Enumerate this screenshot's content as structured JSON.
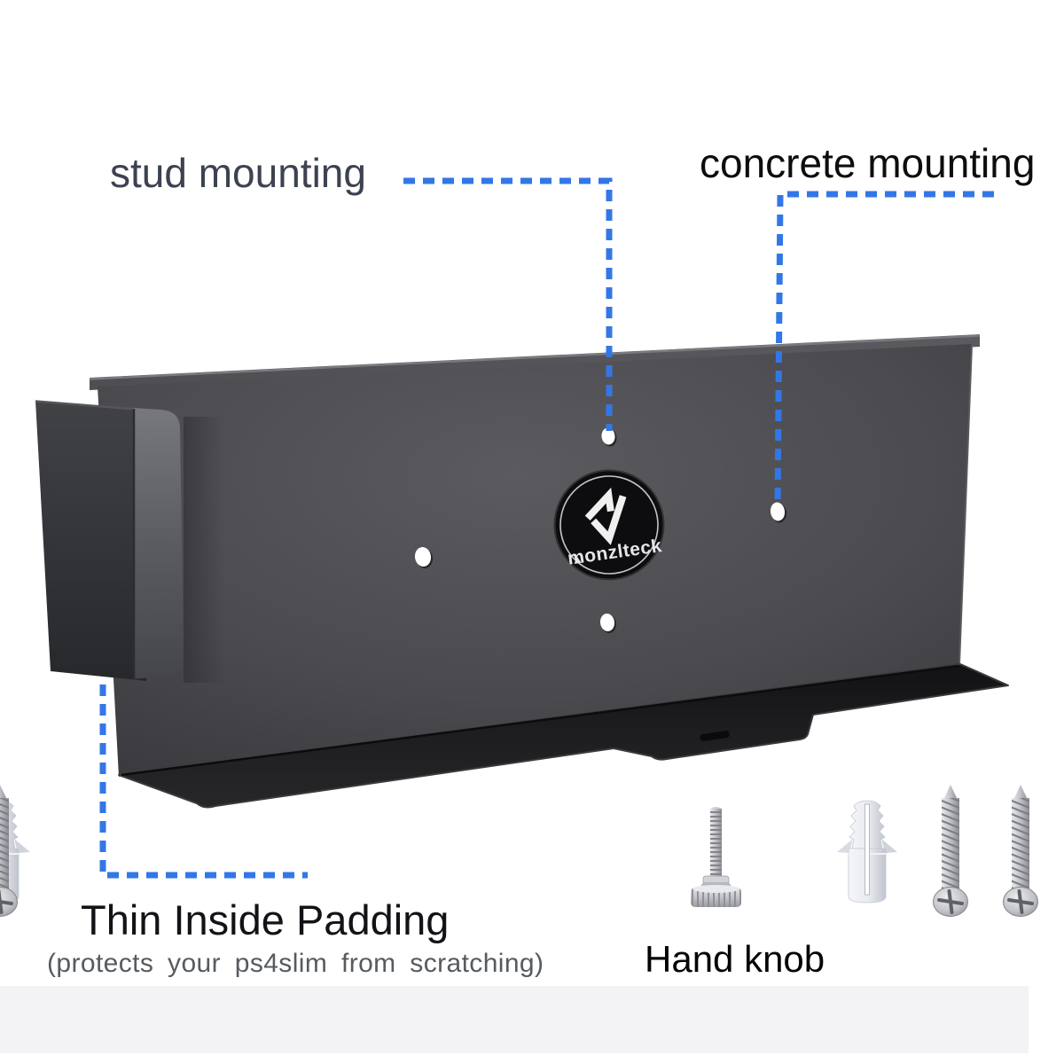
{
  "page": {
    "background": "#ffffff"
  },
  "callouts": {
    "stud": {
      "label": "stud mounting",
      "text_color": "#3c4250"
    },
    "concrete": {
      "label": "concrete mounting",
      "text_color": "#0d0d0f"
    },
    "padding": {
      "title": "Thin Inside Padding",
      "subtitle": "(protects  your  ps4slim  from  scratching)"
    },
    "hand_knob": {
      "label": "Hand knob"
    }
  },
  "logo": {
    "brand": "monzlteck"
  },
  "colors": {
    "callout_line": "#3377e6",
    "plate_gray": "#4e4e52",
    "shelf_black": "#1d1d1f",
    "padding_panel_gray": "#5e5f64",
    "anchor_white": "#eef0f4",
    "metal_silver": "#c7c8cc",
    "background_band": "#f3f3f5"
  },
  "hardware": {
    "items": [
      {
        "name": "hand-knob-screw",
        "count": 1
      },
      {
        "name": "wall-anchor",
        "count": 2
      },
      {
        "name": "mounting-screw",
        "count": 2
      }
    ]
  }
}
